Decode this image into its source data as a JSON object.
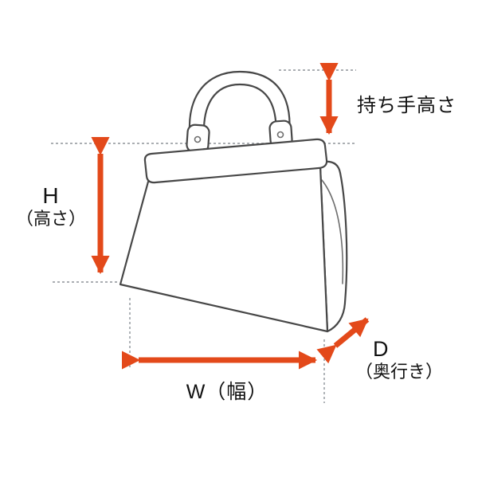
{
  "labels": {
    "handle_height": "持ち手高さ",
    "height_letter": "H",
    "height_name": "（高さ）",
    "width": "W（幅）",
    "depth_letter": "D",
    "depth_name": "（奥行き）"
  },
  "colors": {
    "arrow": "#e3491a",
    "line": "#474747",
    "guide": "#8d9399"
  }
}
